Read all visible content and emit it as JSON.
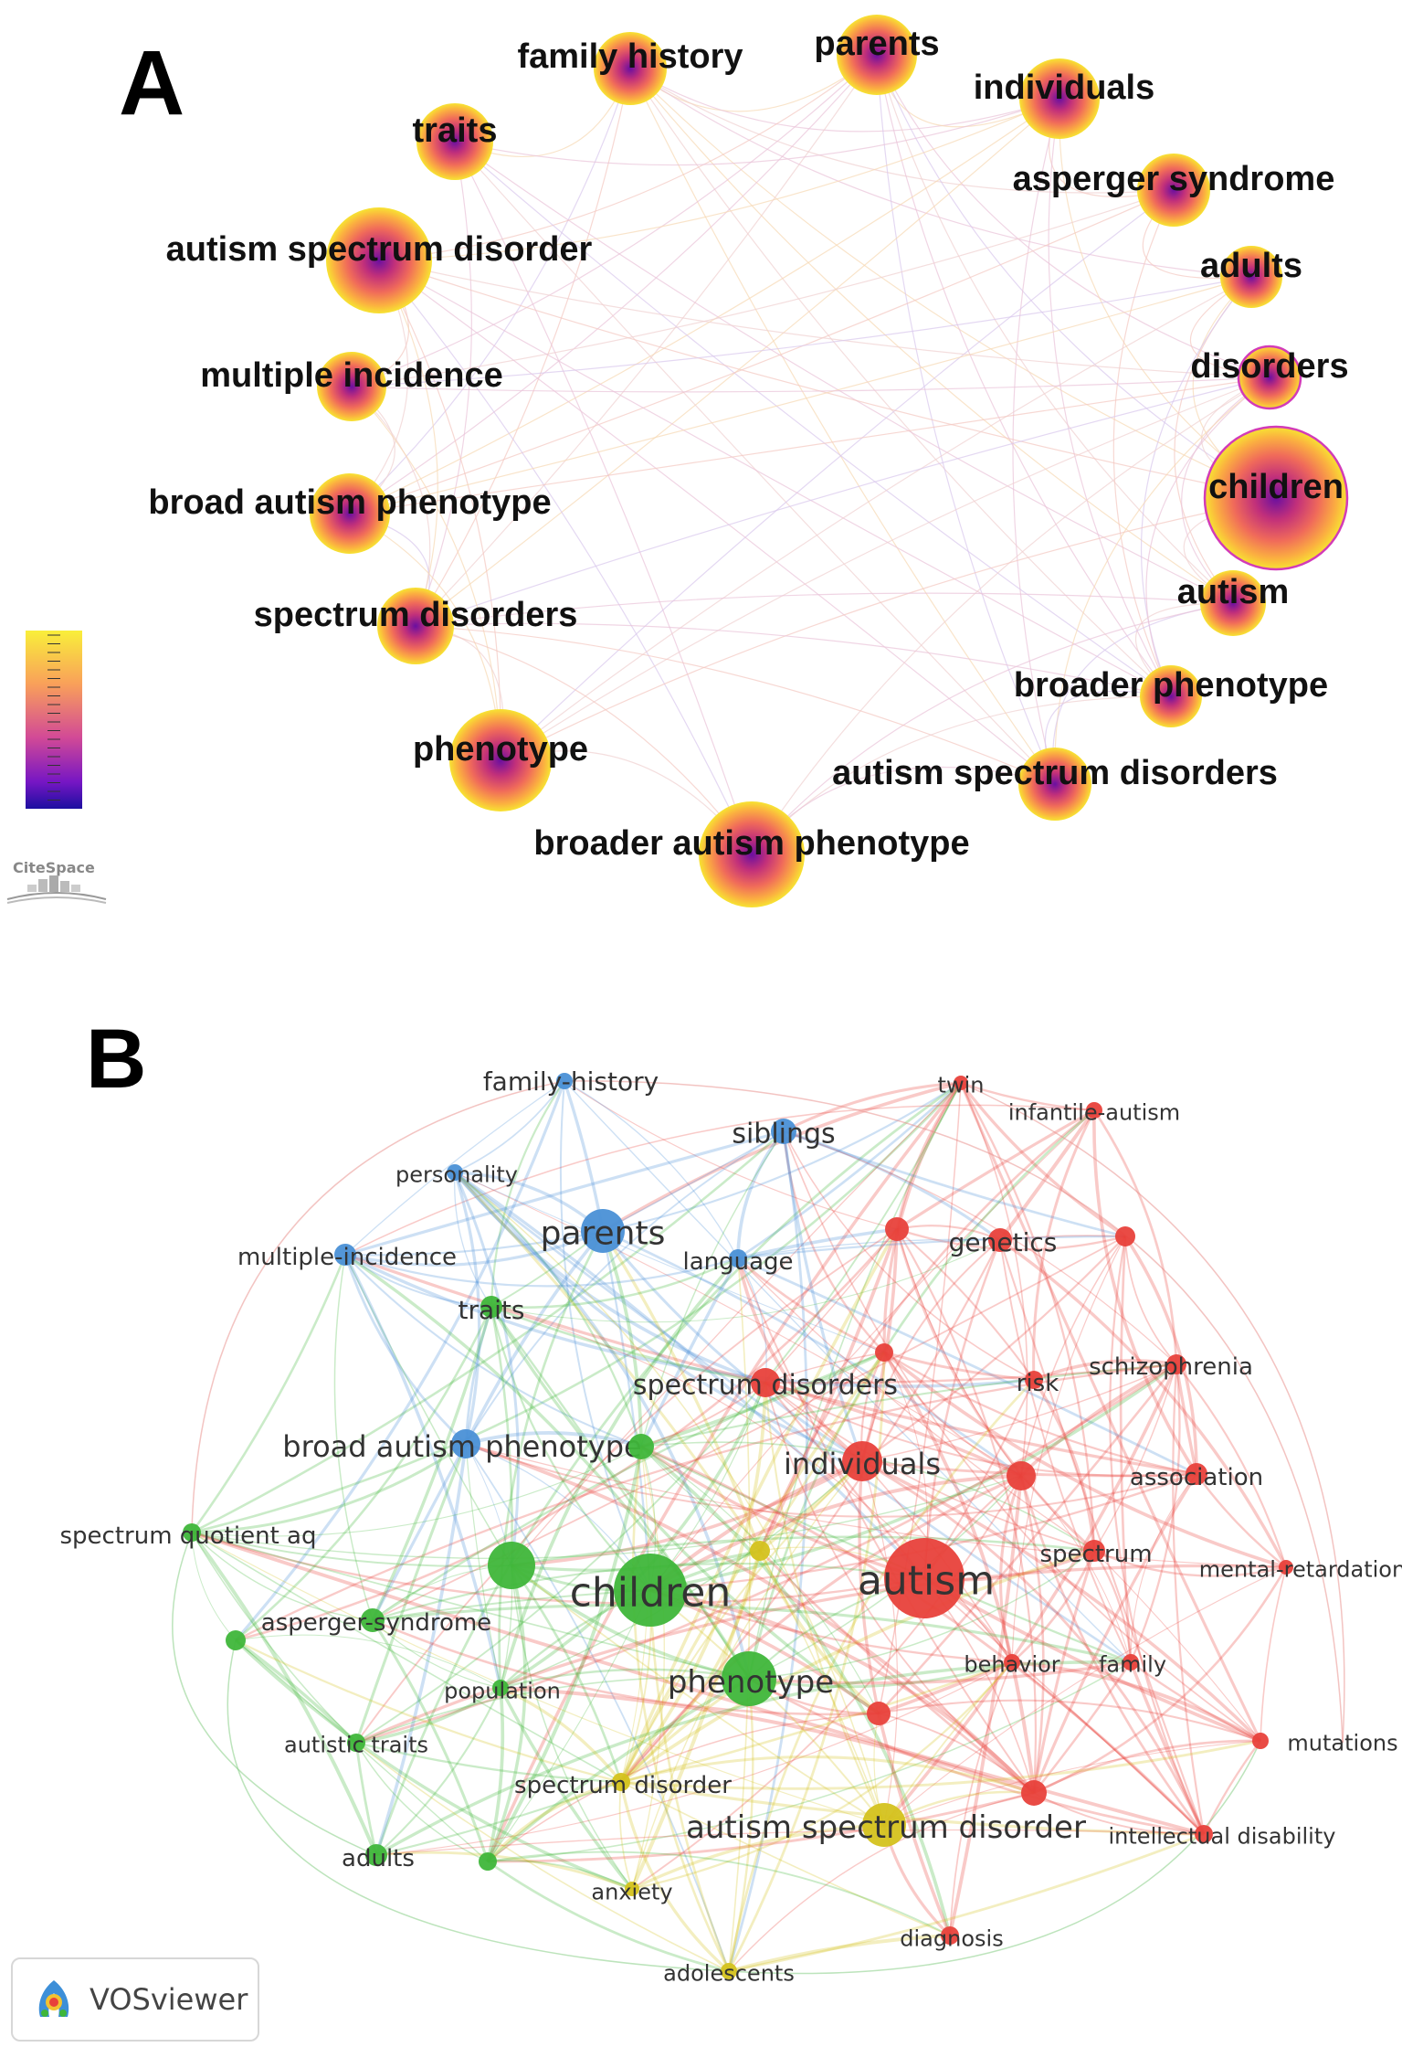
{
  "panel_a": {
    "letter": "A",
    "nodes": [
      {
        "label": "family history",
        "r": 40,
        "ring": false
      },
      {
        "label": "parents",
        "r": 44,
        "ring": false
      },
      {
        "label": "individuals",
        "r": 44,
        "ring": false
      },
      {
        "label": "traits",
        "r": 42,
        "ring": false
      },
      {
        "label": "asperger syndrome",
        "r": 40,
        "ring": false
      },
      {
        "label": "autism spectrum disorder",
        "r": 58,
        "ring": false
      },
      {
        "label": "adults",
        "r": 34,
        "ring": false
      },
      {
        "label": "disorders",
        "r": 34,
        "ring": true
      },
      {
        "label": "multiple incidence",
        "r": 38,
        "ring": false
      },
      {
        "label": "children",
        "r": 78,
        "ring": true
      },
      {
        "label": "broad autism phenotype",
        "r": 44,
        "ring": false
      },
      {
        "label": "autism",
        "r": 36,
        "ring": false
      },
      {
        "label": "spectrum disorders",
        "r": 42,
        "ring": false
      },
      {
        "label": "broader phenotype",
        "r": 34,
        "ring": false
      },
      {
        "label": "phenotype",
        "r": 56,
        "ring": false
      },
      {
        "label": "autism spectrum disorders",
        "r": 40,
        "ring": false
      },
      {
        "label": "broader autism phenotype",
        "r": 58,
        "ring": false
      }
    ]
  },
  "panel_b": {
    "letter": "B",
    "cluster_colors": {
      "red": "#e8413b",
      "green": "#3fb63a",
      "blue": "#4a90d6",
      "yellow": "#d4c21e"
    },
    "nodes": [
      {
        "label": "family-history",
        "cluster": "blue",
        "r": 9
      },
      {
        "label": "twin",
        "cluster": "red",
        "r": 8
      },
      {
        "label": "infantile-autism",
        "cluster": "red",
        "r": 9
      },
      {
        "label": "siblings",
        "cluster": "blue",
        "r": 14
      },
      {
        "label": "personality",
        "cluster": "blue",
        "r": 9
      },
      {
        "label": "parents",
        "cluster": "blue",
        "r": 24
      },
      {
        "label": "genetics",
        "cluster": "red",
        "r": 13
      },
      {
        "label": "",
        "cluster": "red",
        "r": 13
      },
      {
        "label": "",
        "cluster": "red",
        "r": 11
      },
      {
        "label": "multiple-incidence",
        "cluster": "blue",
        "r": 12
      },
      {
        "label": "language",
        "cluster": "blue",
        "r": 10
      },
      {
        "label": "traits",
        "cluster": "green",
        "r": 12
      },
      {
        "label": "",
        "cluster": "red",
        "r": 10
      },
      {
        "label": "schizophrenia",
        "cluster": "red",
        "r": 11
      },
      {
        "label": "spectrum disorders",
        "cluster": "red",
        "r": 16
      },
      {
        "label": "risk",
        "cluster": "red",
        "r": 10
      },
      {
        "label": "broad autism phenotype",
        "cluster": "blue",
        "r": 16
      },
      {
        "label": "",
        "cluster": "green",
        "r": 14
      },
      {
        "label": "individuals",
        "cluster": "red",
        "r": 22
      },
      {
        "label": "",
        "cluster": "red",
        "r": 16
      },
      {
        "label": "association",
        "cluster": "red",
        "r": 12
      },
      {
        "label": "spectrum quotient aq",
        "cluster": "green",
        "r": 10
      },
      {
        "label": "",
        "cluster": "yellow",
        "r": 11
      },
      {
        "label": "",
        "cluster": "green",
        "r": 26
      },
      {
        "label": "children",
        "cluster": "green",
        "r": 40
      },
      {
        "label": "autism",
        "cluster": "red",
        "r": 44
      },
      {
        "label": "spectrum",
        "cluster": "red",
        "r": 12
      },
      {
        "label": "mental-retardation",
        "cluster": "red",
        "r": 8
      },
      {
        "label": "asperger-syndrome",
        "cluster": "green",
        "r": 13
      },
      {
        "label": "",
        "cluster": "green",
        "r": 11
      },
      {
        "label": "behavior",
        "cluster": "red",
        "r": 9
      },
      {
        "label": "family",
        "cluster": "red",
        "r": 9
      },
      {
        "label": "phenotype",
        "cluster": "green",
        "r": 30
      },
      {
        "label": "population",
        "cluster": "green",
        "r": 9
      },
      {
        "label": "",
        "cluster": "red",
        "r": 13
      },
      {
        "label": "mutations",
        "cluster": "red",
        "r": 9
      },
      {
        "label": "autistic traits",
        "cluster": "green",
        "r": 10
      },
      {
        "label": "spectrum disorder",
        "cluster": "yellow",
        "r": 10
      },
      {
        "label": "",
        "cluster": "red",
        "r": 14
      },
      {
        "label": "autism spectrum disorder",
        "cluster": "yellow",
        "r": 24
      },
      {
        "label": "intellectual disability",
        "cluster": "red",
        "r": 10
      },
      {
        "label": "adults",
        "cluster": "green",
        "r": 12
      },
      {
        "label": "",
        "cluster": "green",
        "r": 10
      },
      {
        "label": "anxiety",
        "cluster": "yellow",
        "r": 8
      },
      {
        "label": "diagnosis",
        "cluster": "red",
        "r": 10
      },
      {
        "label": "adolescents",
        "cluster": "yellow",
        "r": 9
      }
    ]
  },
  "citespace_logo": {
    "text": "CiteSpace"
  },
  "vosviewer_logo": {
    "text": "VOSviewer"
  }
}
